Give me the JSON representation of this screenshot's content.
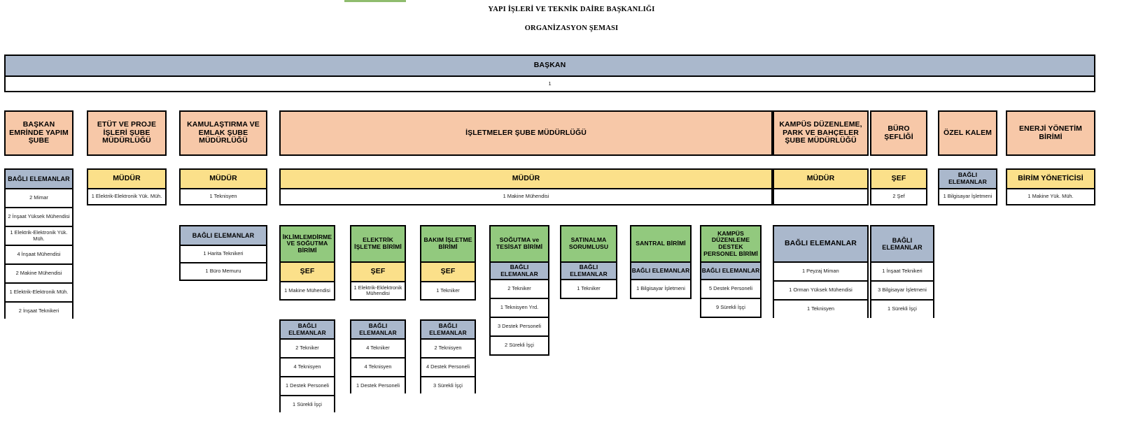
{
  "document": {
    "title_line1": "YAPI İŞLERİ VE TEKNİK DAİRE BAŞKANLIĞI",
    "title_line2": "ORGANİZASYON ŞEMASI"
  },
  "colors": {
    "peach": "#f7c8a8",
    "blue": "#aab8cc",
    "yellow": "#fbe08a",
    "green": "#92c97e",
    "white": "#ffffff",
    "border": "#000000"
  },
  "labels": {
    "bagli_elemanlar": "BAĞLI ELEMANLAR",
    "mudur": "MÜDÜR",
    "sef": "ŞEF",
    "birim_yoneticisi": "BİRİM YÖNETİCİSİ"
  },
  "top": {
    "baskan_label": "BAŞKAN",
    "baskan_count": "1"
  },
  "departments": [
    {
      "id": "baskan-emrinde-yapim-sube",
      "title": "BAŞKAN EMRİNDE YAPIM ŞUBE",
      "role_label": "BAĞLI ELEMANLAR",
      "role_color": "blue",
      "staff": [
        "2 Mimar",
        "2 İnşaat Yüksek Mühendisi",
        "1 Elektrik-Elektronik Yük. Müh.",
        "4 İnşaat Mühendisi",
        "2 Makine Mühendisi",
        "1 Elektrik-Elektronik Müh.",
        "2 İnşaat Teknikeri"
      ]
    },
    {
      "id": "etut-ve-proje-isleri-sube-mudurlugu",
      "title": "ETÜT VE PROJE İŞLERİ ŞUBE MÜDÜRLÜĞÜ",
      "role_label": "MÜDÜR",
      "role_color": "yellow",
      "staff": [
        "1 Elektrik-Elektronik Yük. Müh."
      ]
    },
    {
      "id": "kamulastirma-ve-emlak-sube-mudurlugu",
      "title": "KAMULAŞTIRMA VE EMLAK ŞUBE MÜDÜRLÜĞÜ",
      "role_label": "MÜDÜR",
      "role_color": "yellow",
      "staff": [
        "1 Teknisyen"
      ],
      "second_block": {
        "role_label": "BAĞLI ELEMANLAR",
        "role_color": "blue",
        "staff": [
          "1 Harita Teknikeri",
          "1 Büro Memuru"
        ]
      }
    },
    {
      "id": "isletmeler-sube-mudurlugu",
      "title": "İŞLETMELER ŞUBE MÜDÜRLÜĞÜ",
      "role_label": "MÜDÜR",
      "role_color": "yellow",
      "staff": [
        "1 Makine Mühendisi"
      ]
    },
    {
      "id": "kampus-duzenleme-park-ve-bahceler-sube-mudurlugu",
      "title": "KAMPÜS DÜZENLEME, PARK VE BAHÇELER ŞUBE MÜDÜRLÜĞÜ",
      "role_label": "MÜDÜR",
      "role_color": "yellow",
      "staff": [
        ""
      ]
    },
    {
      "id": "buro-sefligi",
      "title": "BÜRO ŞEFLİĞİ",
      "role_label": "ŞEF",
      "role_color": "yellow",
      "staff": [
        "2 Şef"
      ]
    },
    {
      "id": "ozel-kalem",
      "title": "ÖZEL KALEM",
      "role_label": "BAĞLI ELEMANLAR",
      "role_color": "blue",
      "staff": [
        "1 Bilgisayar İşletmeni"
      ]
    },
    {
      "id": "enerji-yonetim-birimi",
      "title": "ENERJİ YÖNETİM BİRİMİ",
      "role_label": "BİRİM YÖNETİCİSİ",
      "role_color": "yellow",
      "staff": [
        "1 Makine Yük. Müh."
      ]
    }
  ],
  "units": [
    {
      "id": "iklimlemdirme-ve-sogutma-birimi",
      "title": "İKLİMLEMDİRME VE SOĞUTMA BİRİMİ",
      "role_label": "ŞEF",
      "role_color": "yellow",
      "role_staff": [
        "1 Makine Mühendisi"
      ],
      "sub_label": "BAĞLI ELEMANLAR",
      "sub_staff": [
        "2 Tekniker",
        "4 Teknisyen",
        "1 Destek Personeli",
        "1 Sürekli İşçi"
      ]
    },
    {
      "id": "elektrik-isletme-birimi",
      "title": "ELEKTRİK İŞLETME BİRİMİ",
      "role_label": "ŞEF",
      "role_color": "yellow",
      "role_staff": [
        "1 Elektrik-Eklektronik Mühendisi"
      ],
      "sub_label": "BAĞLI ELEMANLAR",
      "sub_staff": [
        "4 Tekniker",
        "4 Teknisyen",
        "1 Destek Personeli"
      ]
    },
    {
      "id": "bakim-isletme-birimi",
      "title": "BAKIM İŞLETME BİRİMİ",
      "role_label": "ŞEF",
      "role_color": "yellow",
      "role_staff": [
        "1 Tekniker"
      ],
      "sub_label": "BAĞLI ELEMANLAR",
      "sub_staff": [
        "2 Teknisyen",
        "4 Destek Personeli",
        "3 Sürekli İşçi"
      ]
    },
    {
      "id": "sogutma-ve-tesisat-birimi",
      "title": "SOĞUTMA ve TESİSAT BİRİMİ",
      "role_label": "BAĞLI ELEMANLAR",
      "role_color": "blue",
      "role_staff": [
        "2 Tekniker",
        "1 Teknisyen Yrd.",
        "3 Destek Personeli",
        "2 Sürekli İşçi"
      ],
      "sub_label": "",
      "sub_staff": []
    },
    {
      "id": "satinalma-sorumlusu",
      "title": "SATINALMA SORUMLUSU",
      "role_label": "BAĞLI ELEMANLAR",
      "role_color": "blue",
      "role_staff": [
        "1 Tekniker"
      ],
      "sub_label": "",
      "sub_staff": []
    },
    {
      "id": "santral-birimi",
      "title": "SANTRAL BİRİMİ",
      "role_label": "BAĞLI ELEMANLAR",
      "role_color": "blue",
      "role_staff": [
        "1 Bilgisayar İşletmeni"
      ],
      "sub_label": "",
      "sub_staff": []
    },
    {
      "id": "kampus-duzenleme-destek-personel-birimi",
      "title": "KAMPÜS DÜZENLEME DESTEK PERSONEL BİRİMİ",
      "role_label": "BAĞLI ELEMANLAR",
      "role_color": "blue",
      "role_staff": [
        "5 Destek Personeli",
        "9 Sürekli İşçi"
      ],
      "sub_label": "",
      "sub_staff": []
    }
  ],
  "right_lists": [
    {
      "id": "kampus-duzenleme-bagli-elemanlar",
      "label": "BAĞLI ELEMANLAR",
      "staff": [
        "1 Peyzaj Mimarı",
        "1 Orman Yüksek Mühendisi",
        "1 Teknisyen"
      ]
    },
    {
      "id": "buro-sefligi-bagli-elemanlar",
      "label": "BAĞLI ELEMANLAR",
      "staff": [
        "1 İnşaat Teknikeri",
        "3 Bilgisayar İşletmeni",
        "1 Sürekli İşçi"
      ]
    }
  ]
}
